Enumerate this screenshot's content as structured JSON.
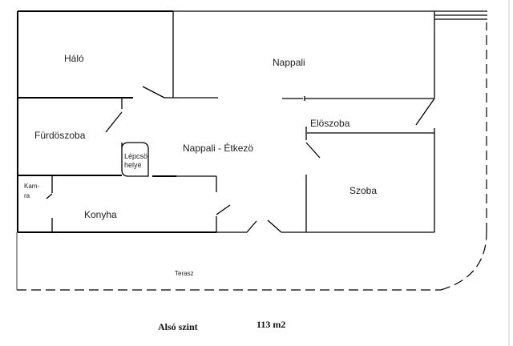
{
  "plan": {
    "rooms": {
      "halo": "Háló",
      "nappali": "Nappali",
      "furdoszoba": "Fürdöszoba",
      "lepcso_line1": "Lépcsö",
      "lepcso_line2": "helye",
      "nappali_etkezo": "Nappali - Étkezö",
      "eloszoba": "Elöszoba",
      "kamra_line1": "Kam-",
      "kamra_line2": "ra",
      "konyha": "Konyha",
      "szoba": "Szoba",
      "terasz": "Terasz"
    },
    "caption": {
      "level": "Alsó szint",
      "area": "113 m2"
    }
  }
}
